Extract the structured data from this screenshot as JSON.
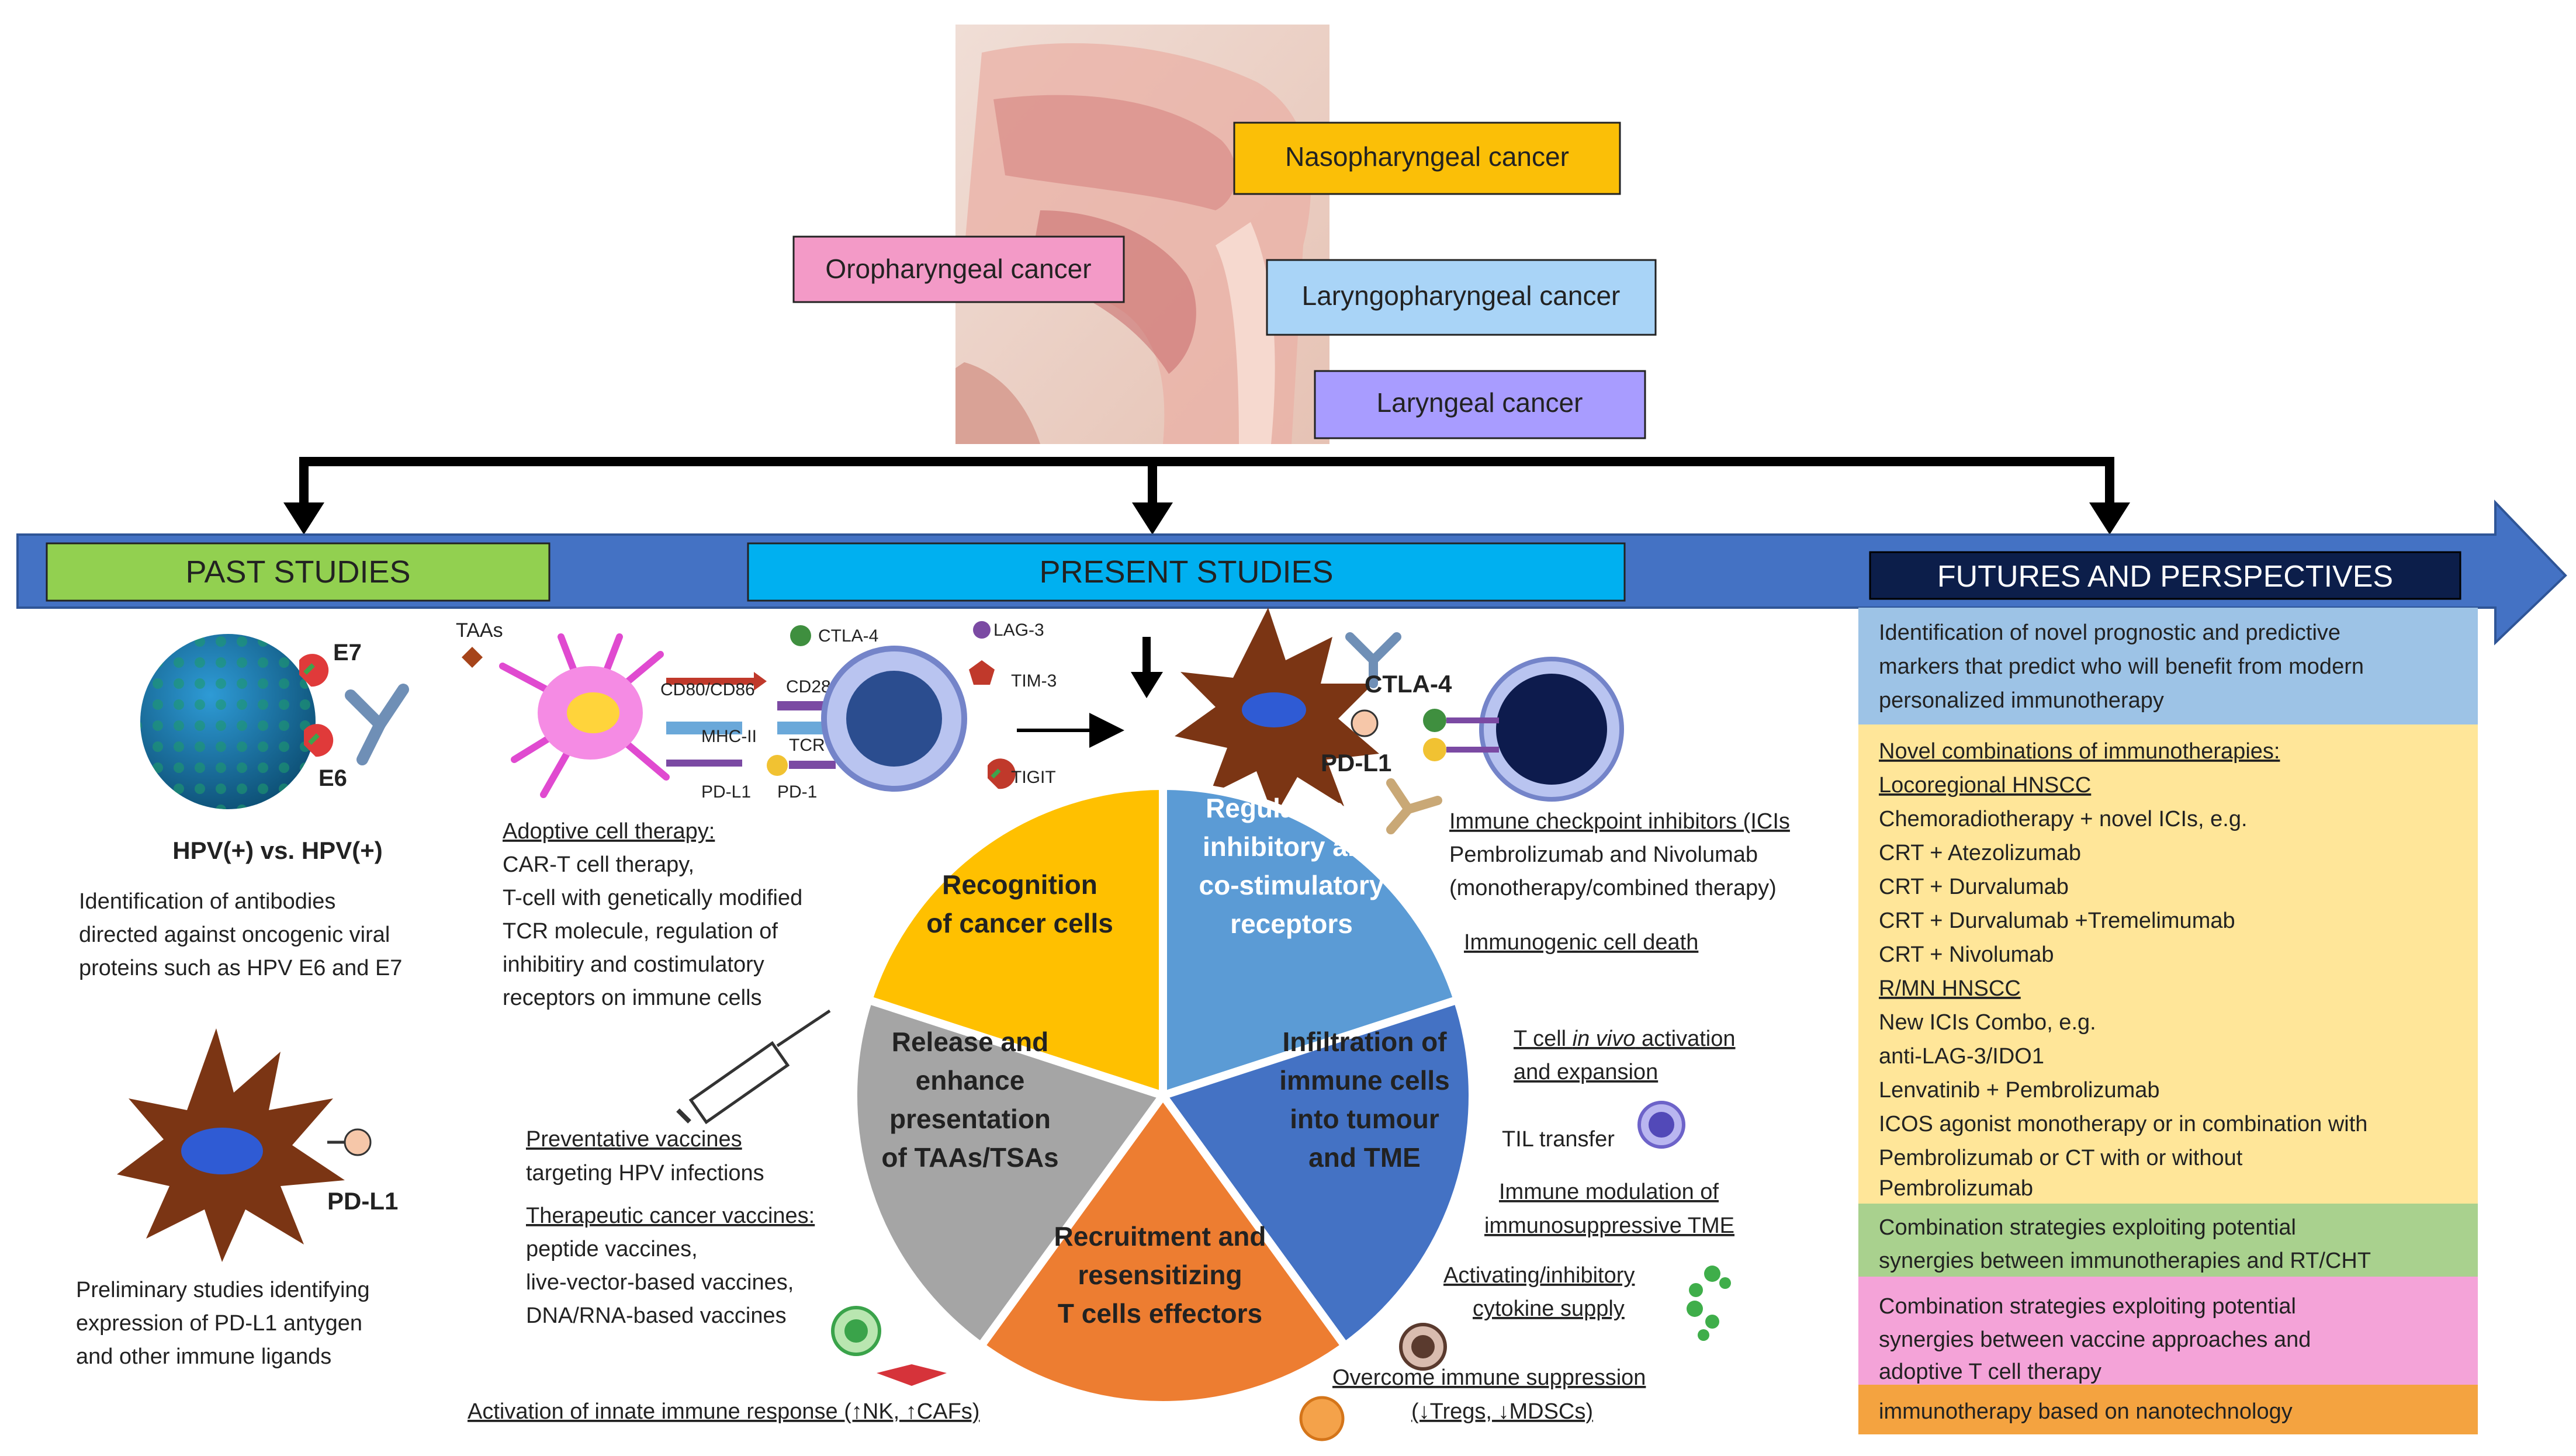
{
  "cancer_sites": [
    {
      "label": "Nasopharyngeal cancer",
      "color": "#fbbf07"
    },
    {
      "label": "Oropharyngeal cancer",
      "color": "#f39ac7"
    },
    {
      "label": "Laryngopharyngeal cancer",
      "color": "#a9d4f7"
    },
    {
      "label": "Laryngeal cancer",
      "color": "#a89cff"
    }
  ],
  "timeline": {
    "past": "PAST STUDIES",
    "present": "PRESENT STUDIES",
    "future": "FUTURES AND PERSPECTIVES"
  },
  "past": {
    "hpv_e7": "E7",
    "hpv_e6": "E6",
    "hpv_title": "HPV(+) vs. HPV(+)",
    "hpv_text": [
      "Identification of antibodies",
      "directed against oncogenic viral",
      "proteins such as HPV E6 and E7"
    ],
    "pdl1_label": "PD-L1",
    "pdl1_text": [
      "Preliminary studies identifying",
      "expression of PD-L1 antygen",
      "and other immune ligands"
    ]
  },
  "synapse_labels": {
    "taas": "TAAs",
    "cd80": "CD80/CD86",
    "cd28": "CD28",
    "mhc": "MHC-II",
    "tcr": "TCR",
    "pdl1": "PD-L1",
    "pd1": "PD-1",
    "ctla4": "CTLA-4",
    "lag3": "LAG-3",
    "tim3": "TIM-3",
    "tigit": "TIGIT"
  },
  "checkpoint": {
    "ctla4": "CTLA-4",
    "pdl1": "PD-L1"
  },
  "pie": [
    {
      "lines": [
        "Recognition",
        "of cancer cells"
      ],
      "color": "#5b9bd5",
      "text_color": "#222222"
    },
    {
      "lines": [
        "Regulation of",
        "inhibitory and",
        "co-stimulatory",
        "receptors"
      ],
      "color": "#4472c4",
      "text_color": "#ffffff"
    },
    {
      "lines": [
        "Infiltration of",
        "immune cells",
        "into tumour",
        "and TME"
      ],
      "color": "#ed7d31",
      "text_color": "#222222"
    },
    {
      "lines": [
        "Recruitment and",
        "resensitizing",
        "T cells effectors"
      ],
      "color": "#a5a5a5",
      "text_color": "#222222"
    },
    {
      "lines": [
        "Release and",
        "enhance",
        "presentation",
        "of TAAs/TSAs"
      ],
      "color": "#ffc000",
      "text_color": "#222222"
    }
  ],
  "present_notes": {
    "adoptive_title": "Adoptive cell therapy:",
    "adoptive_lines": [
      "CAR-T cell therapy,",
      "T-cell with genetically modified",
      "TCR molecule, regulation of",
      "inhibitiry and costimulatory",
      "receptors on immune cells"
    ],
    "ici_title": "Immune checkpoint inhibitors (ICIs",
    "ici_lines": [
      "Pembrolizumab and Nivolumab",
      "(monotherapy/combined therapy)"
    ],
    "icd": "Immunogenic cell death",
    "tcell_title_a": "T cell ",
    "tcell_title_b": "in vivo",
    "tcell_title_c": " activation",
    "tcell_line2": "and expansion",
    "til": "TIL transfer",
    "immune_mod": [
      "Immune modulation of",
      "immunosuppressive  TME"
    ],
    "cytokine": [
      "Activating/inhibitory",
      "cytokine supply"
    ],
    "overcome": [
      "Overcome immune suppression",
      "(↓Tregs, ↓MDSCs)"
    ],
    "preventative_title": "Preventative vaccines",
    "preventative_line": "targeting HPV infections",
    "therapeutic_title": "Therapeutic cancer vaccines:",
    "therapeutic_lines": [
      "peptide vaccines,",
      "live-vector-based vaccines,",
      "DNA/RNA-based vaccines"
    ],
    "innate": "Activation of innate immune response (↑NK, ↑CAFs)"
  },
  "future": {
    "markers": [
      "Identification of novel prognostic and predictive",
      "markers that predict who will benefit from modern",
      "personalized immunotherapy"
    ],
    "novel_title": "Novel combinations of immunotherapies:",
    "loco_title": "Locoregional HNSCC",
    "loco_lines": [
      "Chemoradiotherapy + novel ICIs, e.g.",
      "CRT + Atezolizumab",
      "CRT + Durvalumab",
      "CRT + Durvalumab +Tremelimumab",
      "CRT + Nivolumab"
    ],
    "rm_title": "R/MN HNSCC",
    "rm_lines": [
      "New ICIs Combo, e.g.",
      "anti-LAG-3/IDO1",
      "Lenvatinib + Pembrolizumab",
      "ICOS agonist monotherapy or in combination with",
      "Pembrolizumab or CT with or without",
      "Pembrolizumab"
    ],
    "rt_lines": [
      "Combination strategies exploiting potential",
      "synergies between immunotherapies and RT/CHT"
    ],
    "vaccine_lines": [
      "Combination strategies exploiting potential",
      "synergies between vaccine approaches and",
      "adoptive T cell therapy"
    ],
    "nano": "immunotherapy based on nanotechnology"
  },
  "colors": {
    "band": "#4472c4",
    "band_dark": "#2f5597",
    "past_box": "#92d050",
    "present_box": "#00b0f0",
    "future_box": "#0c1e4a",
    "future_markers": "#9dc3e6",
    "future_main": "#ffe699",
    "future_rt": "#a9d18e",
    "future_vaccine": "#f4a3d8",
    "future_nano": "#f4a340"
  }
}
